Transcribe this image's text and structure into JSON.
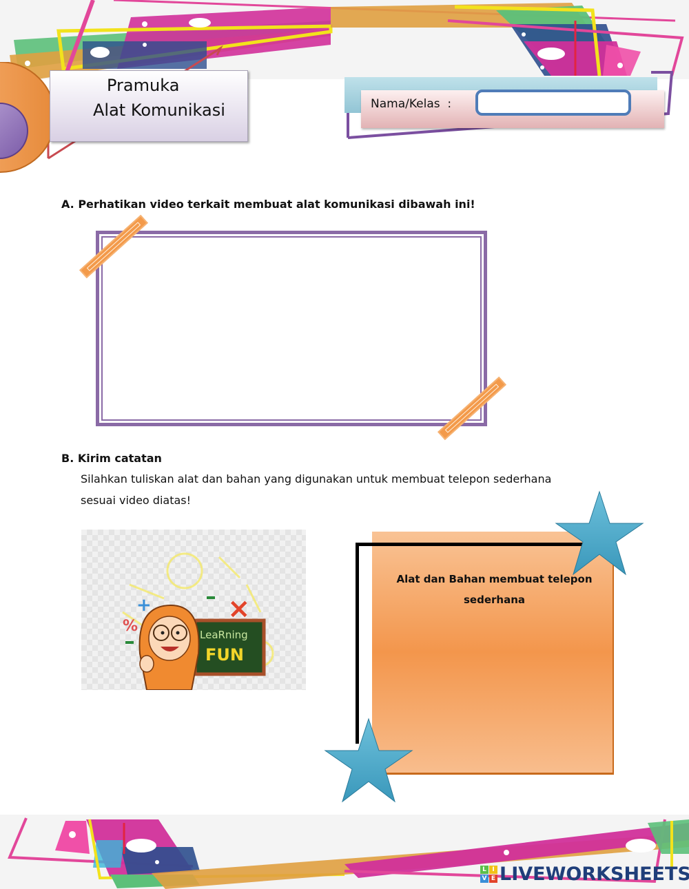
{
  "header": {
    "title_line1": "Pramuka",
    "title_line2": "Alat Komunikasi",
    "name_label": "Nama/Kelas  :",
    "name_input_value": "",
    "name_input_placeholder": ""
  },
  "section_a": {
    "heading": "A. Perhatikan video terkait membuat alat komunikasi dibawah ini!",
    "video_frame": "video-embed"
  },
  "section_b": {
    "heading": "B. Kirim catatan",
    "instruction_line1": "Silahkan tuliskan alat dan bahan yang digunakan untuk membuat telepon sederhana",
    "instruction_line2": "sesuai video diatas!",
    "illustration": {
      "board_line1": "LeaRning",
      "board_line2": "FUN",
      "symbols": [
        "+",
        "%",
        "-",
        "×",
        "-"
      ]
    },
    "note_box": {
      "title": "Alat dan Bahan membuat telepon sederhana",
      "answer_value": ""
    }
  },
  "footer": {
    "brand_tiles": [
      "L",
      "I",
      "V",
      "E"
    ],
    "brand_text": "LIVEWORKSHEETS"
  },
  "colors": {
    "frame_purple": "#8a6aa6",
    "tape_orange": "#f39a4a",
    "note_orange": "#f3964c",
    "star_blue": "#4aa8c8",
    "input_border": "#4f7cb8",
    "brand_navy": "#1f3e7a"
  }
}
